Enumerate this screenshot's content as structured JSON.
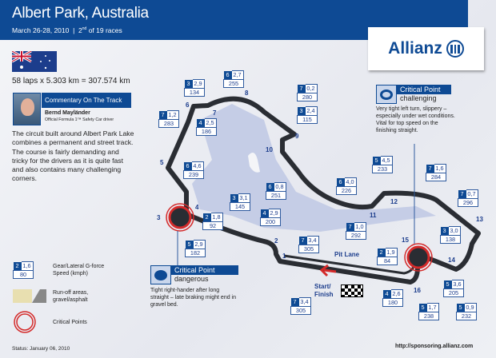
{
  "header": {
    "title": "Albert Park, Australia",
    "dates": "March 26-28, 2010",
    "separator": "|",
    "race_num": "2",
    "race_sup": "nd",
    "race_rest": " of 19 races"
  },
  "sponsor": {
    "logo_text": "Allianz",
    "url": "http://sponsoring.allianz.com"
  },
  "colors": {
    "brand_blue": "#0e4a94",
    "critical_red": "#d42a2a",
    "runoff_gravel": "#e8dfb0",
    "runoff_asphalt": "#888888"
  },
  "circuit": {
    "laps_formula": "58 laps x 5.303 km = 307.574 km"
  },
  "commentary": {
    "title": "Commentary On The Track",
    "name": "Bernd Mayländer",
    "role": "Official Formula 1™ Safety Car driver",
    "text": "The circuit built around Albert Park Lake combines a permanent and street track. The course is fairly demanding and tricky for the drivers as it is quite fast and also contains many challenging corners."
  },
  "turns": [
    "1",
    "2",
    "3",
    "4",
    "5",
    "6",
    "7",
    "8",
    "9",
    "10",
    "11",
    "12",
    "13",
    "14",
    "15",
    "16"
  ],
  "info_boxes": [
    {
      "gear": "3",
      "g": "2,9",
      "speed": "134"
    },
    {
      "gear": "6",
      "g": "2,7",
      "speed": "255"
    },
    {
      "gear": "7",
      "g": "1,2",
      "speed": "283"
    },
    {
      "gear": "4",
      "g": "2,5",
      "speed": "186"
    },
    {
      "gear": "6",
      "g": "4,6",
      "speed": "239"
    },
    {
      "gear": "7",
      "g": "0,2",
      "speed": "280"
    },
    {
      "gear": "3",
      "g": "2,4",
      "speed": "115"
    },
    {
      "gear": "6",
      "g": "0,8",
      "speed": "251"
    },
    {
      "gear": "3",
      "g": "3,1",
      "speed": "145"
    },
    {
      "gear": "2",
      "g": "1,8",
      "speed": "92"
    },
    {
      "gear": "5",
      "g": "2,9",
      "speed": "182"
    },
    {
      "gear": "4",
      "g": "2,9",
      "speed": "200"
    },
    {
      "gear": "7",
      "g": "3,4",
      "speed": "305"
    },
    {
      "gear": "7",
      "g": "3,4",
      "speed": "305"
    },
    {
      "gear": "6",
      "g": "4,0",
      "speed": "226"
    },
    {
      "gear": "7",
      "g": "1,0",
      "speed": "292"
    },
    {
      "gear": "5",
      "g": "4,5",
      "speed": "233"
    },
    {
      "gear": "7",
      "g": "1,6",
      "speed": "284"
    },
    {
      "gear": "7",
      "g": "0,7",
      "speed": "296"
    },
    {
      "gear": "3",
      "g": "3,0",
      "speed": "138"
    },
    {
      "gear": "2",
      "g": "1,9",
      "speed": "84"
    },
    {
      "gear": "4",
      "g": "2,6",
      "speed": "180"
    },
    {
      "gear": "5",
      "g": "3,6",
      "speed": "205"
    },
    {
      "gear": "5",
      "g": "1,7",
      "speed": "238"
    },
    {
      "gear": "5",
      "g": "0,9",
      "speed": "232"
    }
  ],
  "labels": {
    "pit_lane": "Pit Lane",
    "start": "Start/",
    "finish": "Finish"
  },
  "critical_points": [
    {
      "title": "Critical Point",
      "severity": "dangerous",
      "icon": "helmet-icon",
      "text": "Tight right-hander after long straight – late braking might end in gravel bed."
    },
    {
      "title": "Critical Point",
      "severity": "challenging",
      "icon": "steering-wheel-icon",
      "text": "Very tight left turn, slippery – especially under wet conditions. Vital for top speed on the finishing straight."
    }
  ],
  "legend": {
    "sample": {
      "gear": "2",
      "g": "1,6",
      "speed": "80"
    },
    "box_label_1": "Gear/Lateral G-force",
    "box_label_2": "Speed (kmph)",
    "runoff_1": "Run-off areas,",
    "runoff_2": "gravel/asphalt",
    "critical": "Critical Points"
  },
  "status": "Status: January 06, 2010"
}
